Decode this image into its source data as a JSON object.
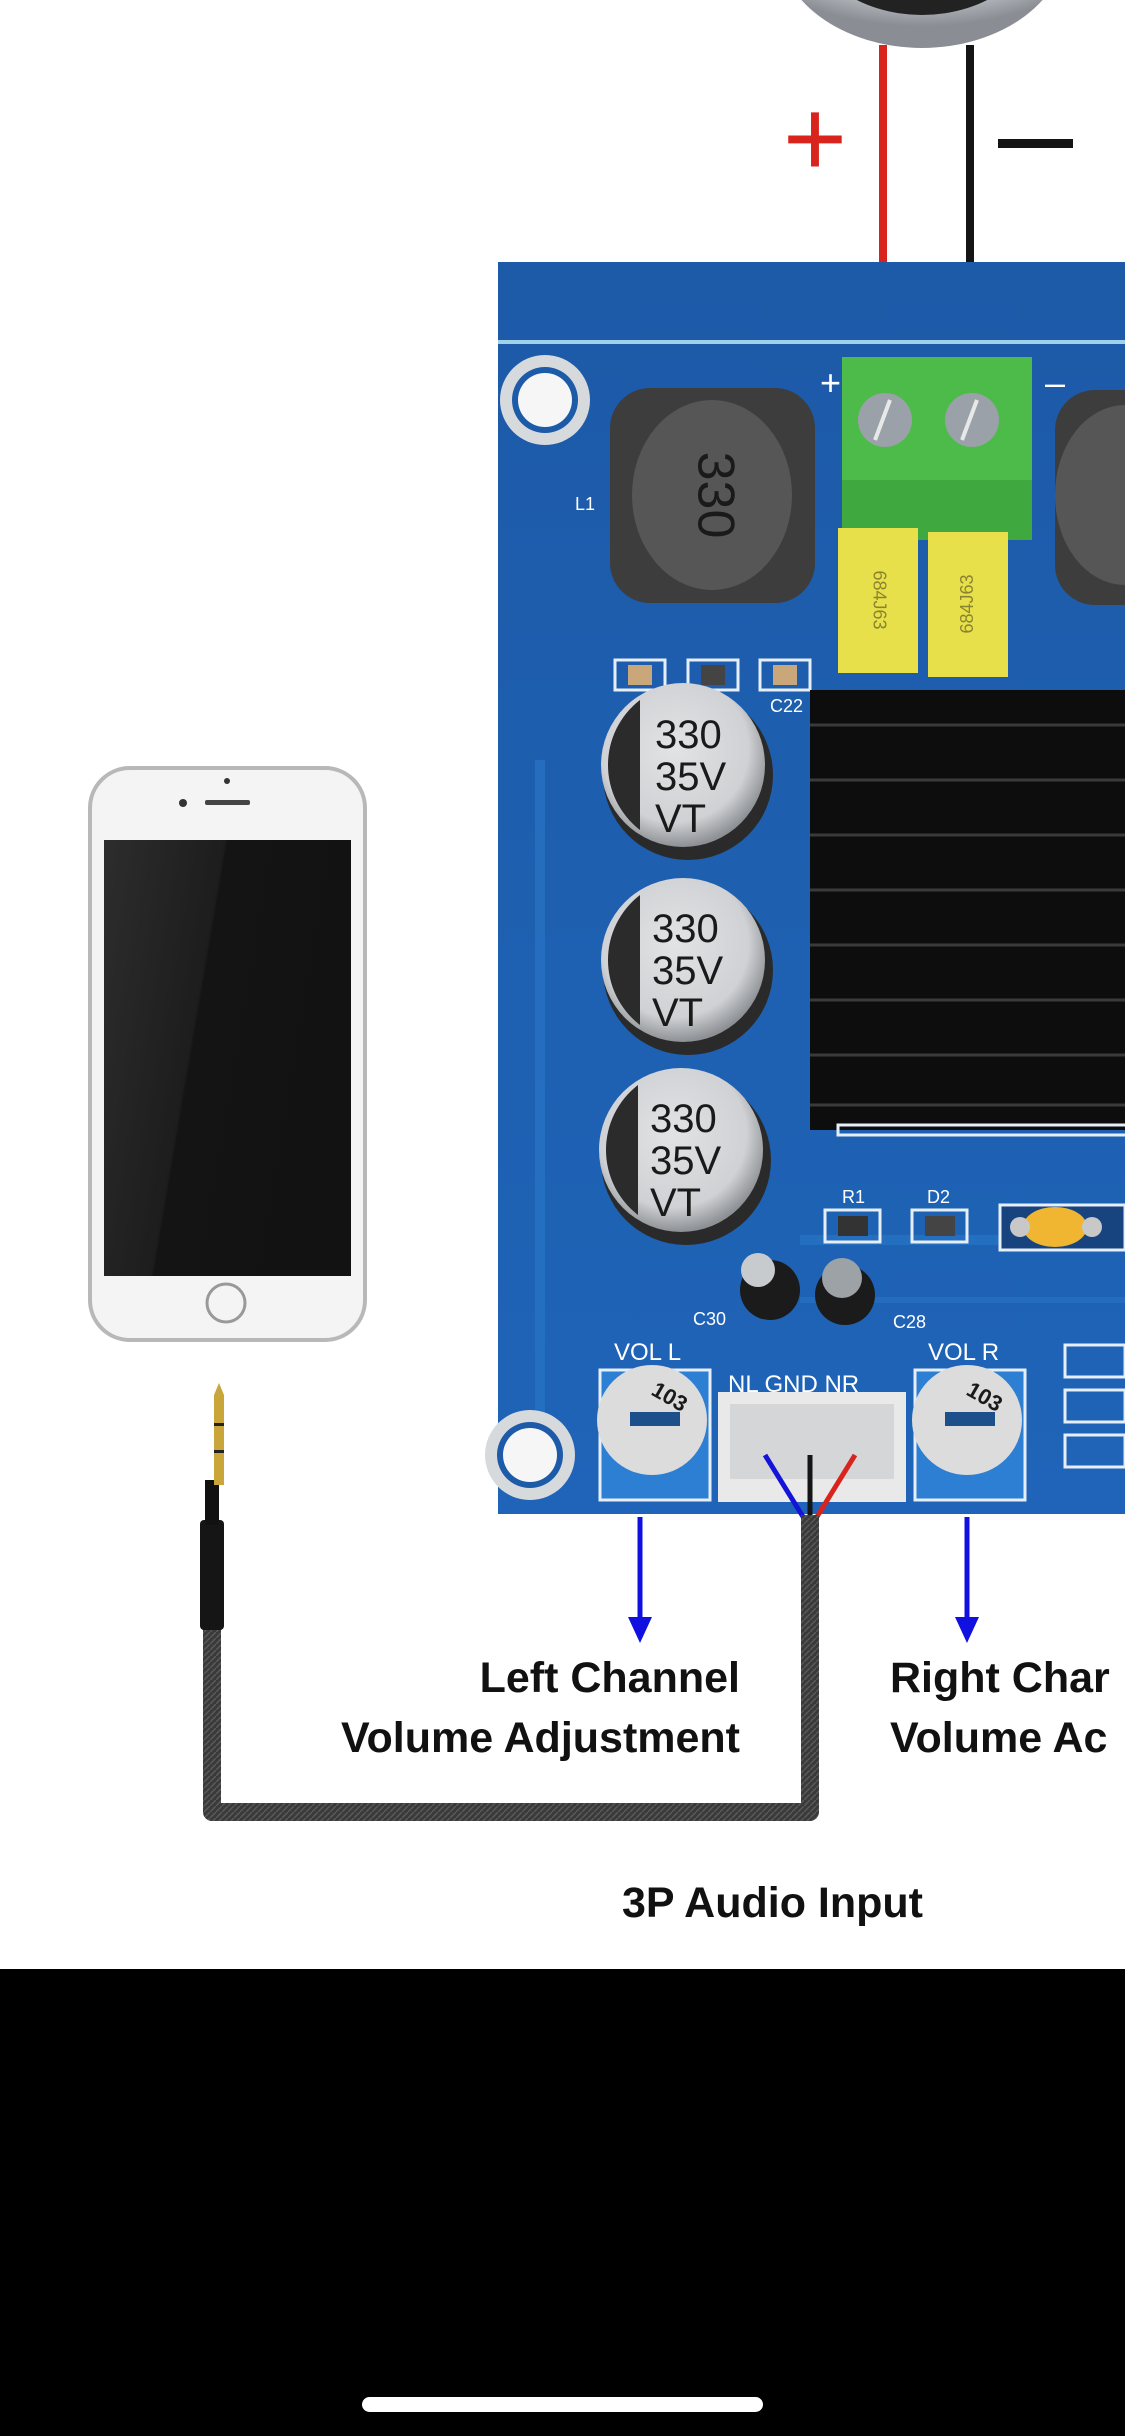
{
  "image": {
    "description": "Wiring diagram of a dual-channel audio amplifier board connected to a phone via 3.5mm audio cable",
    "labels": {
      "left_channel_line1": "Left Channel",
      "left_channel_line2": "Volume Adjustment",
      "right_channel_line1": "Right Char",
      "right_channel_line2": "Volume Ac",
      "audio_input": "3P Audio Input"
    },
    "speaker_polarity": {
      "positive": "+",
      "negative": "—"
    },
    "board_markings": {
      "inductor": "330",
      "inductor_ref": "L1",
      "film_cap_1": "684J63",
      "film_cap_2": "684J63",
      "electrolytic_caps": [
        {
          "value": "330",
          "voltage": "35V",
          "series": "VT"
        },
        {
          "value": "330",
          "voltage": "35V",
          "series": "VT"
        },
        {
          "value": "330",
          "voltage": "35V",
          "series": "VT"
        }
      ],
      "cap_ref_c22": "C22",
      "cap_ref_c30": "C30",
      "cap_ref_c28": "C28",
      "ref_r1": "R1",
      "ref_d2": "D2",
      "pot_left_label": "VOL L",
      "pot_right_label": "VOL R",
      "pot_code": "103",
      "connector_pins": "NL GND NR",
      "terminal_plus": "+",
      "terminal_minus": "–"
    },
    "colors": {
      "pcb_blue": "#1d5fb0",
      "wire_red": "#d8241c",
      "wire_black": "#151515",
      "wire_blue": "#1414d8",
      "terminal_green": "#4cbb4a",
      "film_cap_yellow": "#e7e04a",
      "arrow_blue": "#1010e0"
    }
  },
  "system": {
    "home_indicator": "home-indicator"
  }
}
